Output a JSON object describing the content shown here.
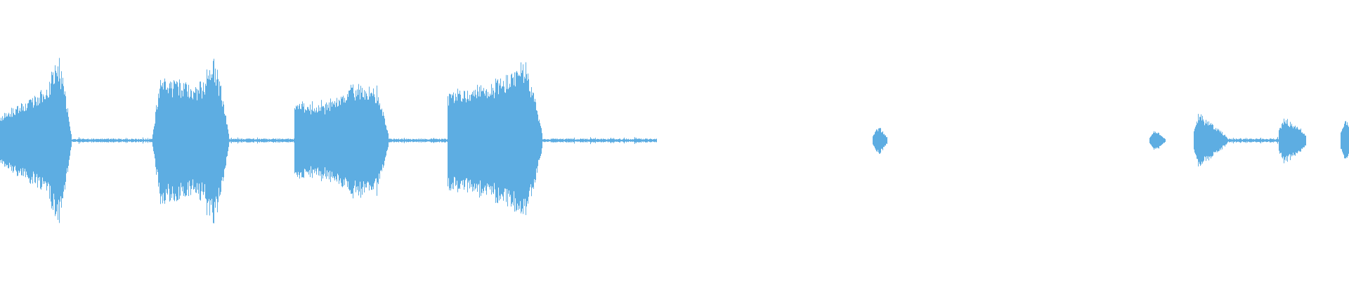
{
  "waveform": {
    "color": "#5dade2",
    "duration_fraction_end": 1.0,
    "segments": [
      {
        "kind": "sound",
        "start": 0.0,
        "end": 0.053,
        "profile": [
          0.3,
          0.34,
          0.38,
          0.42,
          0.46,
          0.5,
          0.55,
          0.62,
          0.78,
          0.98,
          0.62,
          0.08
        ]
      },
      {
        "kind": "quiet",
        "start": 0.053,
        "end": 0.113
      },
      {
        "kind": "sound",
        "start": 0.113,
        "end": 0.17,
        "profile": [
          0.08,
          0.78,
          0.72,
          0.7,
          0.7,
          0.6,
          0.66,
          0.74,
          1.0,
          0.62,
          0.1
        ]
      },
      {
        "kind": "quiet",
        "start": 0.17,
        "end": 0.218
      },
      {
        "kind": "sound",
        "start": 0.218,
        "end": 0.288,
        "profile": [
          0.5,
          0.44,
          0.4,
          0.42,
          0.48,
          0.54,
          0.62,
          0.66,
          0.62,
          0.56,
          0.1
        ]
      },
      {
        "kind": "quiet",
        "start": 0.288,
        "end": 0.332
      },
      {
        "kind": "sound",
        "start": 0.332,
        "end": 0.402,
        "profile": [
          0.56,
          0.6,
          0.58,
          0.62,
          0.66,
          0.7,
          0.74,
          0.8,
          0.98,
          0.6,
          0.1
        ]
      },
      {
        "kind": "quiet",
        "start": 0.402,
        "end": 0.487
      },
      {
        "kind": "sound",
        "start": 0.647,
        "end": 0.658,
        "profile": [
          0.06,
          0.14,
          0.15,
          0.1,
          0.04
        ]
      },
      {
        "kind": "sound",
        "start": 0.852,
        "end": 0.864,
        "profile": [
          0.04,
          0.1,
          0.11,
          0.06,
          0.02
        ]
      },
      {
        "kind": "sound",
        "start": 0.885,
        "end": 0.91,
        "profile": [
          0.12,
          0.36,
          0.24,
          0.22,
          0.16,
          0.1,
          0.04
        ]
      },
      {
        "kind": "quiet",
        "start": 0.91,
        "end": 0.948
      },
      {
        "kind": "sound",
        "start": 0.948,
        "end": 0.968,
        "profile": [
          0.14,
          0.28,
          0.22,
          0.18,
          0.14,
          0.06
        ]
      },
      {
        "kind": "sound",
        "start": 0.994,
        "end": 1.0,
        "profile": [
          0.1,
          0.26,
          0.2
        ]
      }
    ]
  }
}
